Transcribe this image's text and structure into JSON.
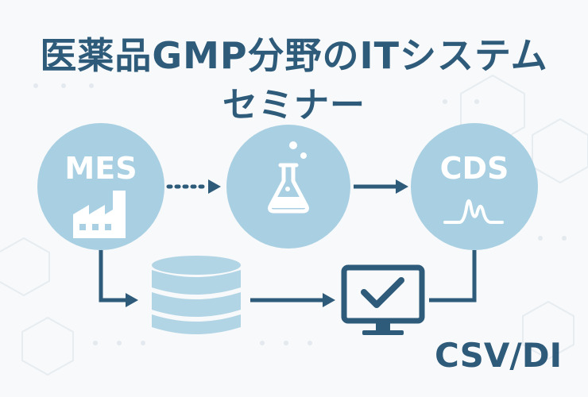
{
  "title": {
    "line1": "医薬品GMP分野のITシステム",
    "line2": "セミナー"
  },
  "nodes": {
    "mes": "MES",
    "cds": "CDS"
  },
  "footer_label": "CSV/DI",
  "colors": {
    "primary": "#2f5b7a",
    "circle": "#a8cfe2",
    "database": "#b2d5e6",
    "background": "#f7f9fa"
  },
  "icons": [
    "factory-icon",
    "flask-icon",
    "chromatogram-icon",
    "database-icon",
    "monitor-check-icon"
  ]
}
